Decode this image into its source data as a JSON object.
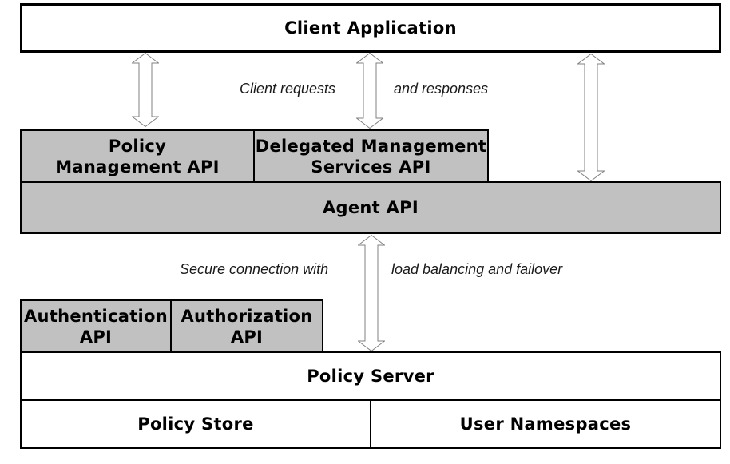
{
  "diagram": {
    "client_application": {
      "label": "Client Application"
    },
    "middle_layer": {
      "policy_management_api": "Policy\nManagement API",
      "delegated_services_api": "Delegated Management\nServices API",
      "agent_api": "Agent API"
    },
    "bottom_layer": {
      "authentication_api": "Authentication\nAPI",
      "authorization_api": "Authorization\nAPI",
      "policy_server": "Policy Server",
      "policy_store": "Policy Store",
      "user_namespaces": "User Namespaces"
    },
    "annotations": {
      "client_requests": "Client requests",
      "and_responses": "and responses",
      "secure_connection": "Secure connection with",
      "load_balancing": "load balancing and failover"
    },
    "icons": {
      "bidirectional_arrow": "double-headed-vertical-arrow"
    },
    "colors": {
      "box_fill_gray": "#c1c1c1",
      "box_fill_white": "#ffffff",
      "box_border": "#000000",
      "arrow_outline": "#808080",
      "background": "#ffffff"
    }
  }
}
